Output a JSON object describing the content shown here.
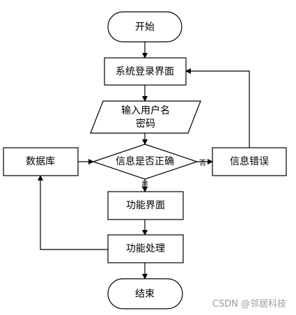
{
  "nodes": {
    "start": "开始",
    "login_screen": "系统登录界面",
    "input_line1": "输入用户名",
    "input_line2": "密码",
    "decision": "信息是否正确",
    "database": "数据库",
    "error": "信息错误",
    "function_screen": "功能界面",
    "function_process": "功能处理",
    "end": "结束"
  },
  "edge_labels": {
    "no": "否",
    "yes": "是"
  },
  "watermark": "CSDN @邻居科技"
}
